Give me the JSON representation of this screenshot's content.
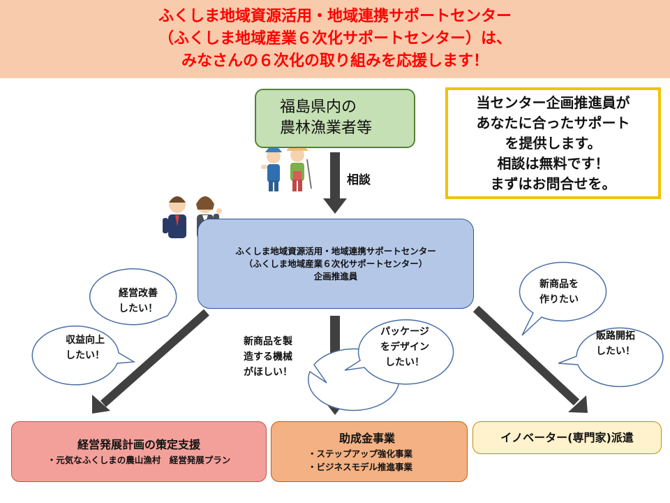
{
  "header": {
    "line1": "ふくしま地域資源活用・地域連携サポートセンター",
    "line2": "（ふくしま地域産業６次化サポートセンター）は、",
    "line3": "みなさんの６次化の取り組みを応援します！"
  },
  "farmers_box": {
    "line1": "福島県内の",
    "line2": "農林漁業者等"
  },
  "notice_box": {
    "line1": "当センター企画推進員が",
    "line2": "あなたに合ったサポート",
    "line3": "を提供します。",
    "line4": "相談は無料です！",
    "line5": "まずはお問合せを。"
  },
  "consult_label": "相談",
  "center_box": {
    "line1": "ふくしま地域資源活用・地域連携サポートセンター",
    "line2": "（ふくしま地域産業６次化サポートセンター）",
    "line3": "企画推進員"
  },
  "bubbles": {
    "management": {
      "line1": "経営改善",
      "line2": "したい！"
    },
    "revenue": {
      "line1": "収益向上",
      "line2": "したい！"
    },
    "machine": {
      "line1": "新商品を製",
      "line2": "造する機械",
      "line3": "がほしい！"
    },
    "package": {
      "line1": "パッケージ",
      "line2": "をデザイン",
      "line3": "したい！"
    },
    "new_product": {
      "line1": "新商品を",
      "line2": "作りたい"
    },
    "sales": {
      "line1": "販路開拓",
      "line2": "したい！"
    }
  },
  "bottom_boxes": {
    "plan": {
      "title": "経営発展計画の策定支援",
      "sub": "・元気なふくしまの農山漁村　経営発展プラン"
    },
    "grant": {
      "title": "助成金事業",
      "sub1": "・ステップアップ強化事業",
      "sub2": "・ビジネスモデル推進事業"
    },
    "innovator": {
      "title": "イノベーター(専門家)派遣"
    }
  },
  "colors": {
    "header_bg": "#f8cbad",
    "header_text": "#ff0000",
    "farmers_bg": "#c5e0b4",
    "center_bg": "#b4c7e7",
    "notice_border": "#f2c200",
    "plan_bg": "#f4a09a",
    "grant_bg": "#f4b183",
    "innovator_bg": "#fff2cc",
    "arrow": "#404040"
  },
  "icons": [
    "farmer-couple-icon",
    "business-people-icon"
  ]
}
